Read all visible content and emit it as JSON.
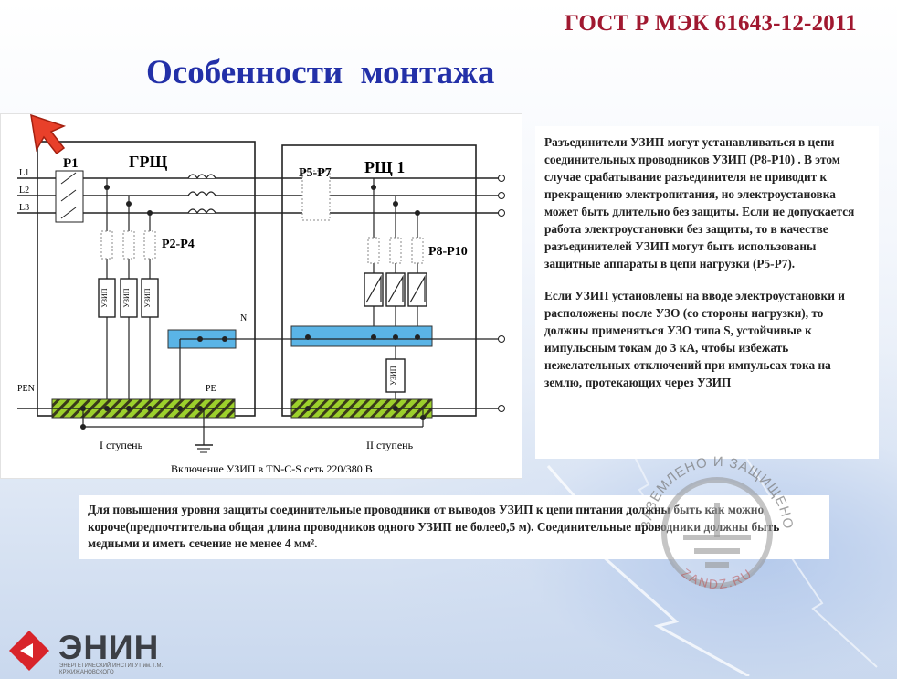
{
  "header": {
    "standard": "ГОСТ Р МЭК 61643-12-2011",
    "title": "Особенности монтажа"
  },
  "diagram": {
    "labels": {
      "p1": "P1",
      "grsh": "ГРЩ",
      "p5p7": "P5-P7",
      "rsh1": "РЩ 1",
      "l1": "L1",
      "l2": "L2",
      "l3": "L3",
      "p2p4": "P2-P4",
      "p8p10": "P8-P10",
      "n": "N",
      "pen": "PEN",
      "pe": "PE",
      "uzip": "УЗИП",
      "stage1": "I ступень",
      "stage2": "II ступень",
      "caption": "Включение УЗИП в TN-C-S сеть 220/380 В"
    }
  },
  "side_text": {
    "paragraph1": "Разъединители УЗИП могут устанавливаться в цепи соединительных проводников УЗИП (P8-P10) . В этом случае срабатывание разъединителя не приводит к прекращению электропитания, но электроустановка может быть длительно без защиты. Если не допускается работа электроустановки без защиты, то в качестве разъединителей УЗИП могут быть использованы защитные аппараты в цепи нагрузки (P5-P7).",
    "paragraph2": "Если УЗИП установлены на вводе электроустановки и расположены после УЗО (со стороны нагрузки), то должны применяться УЗО типа S, устойчивые к импульсным токам до 3 кА, чтобы избежать нежелательных отключений при импульсах тока на землю, протекающих через УЗИП"
  },
  "bottom_text": "Для повышения уровня защиты соединительные проводники от выводов УЗИП к цепи питания должны быть как можно короче(предпочтительна общая длина проводников одного УЗИП не более0,5 м). Соединительные проводники должны быть медными и иметь сечение не менее 4 мм².",
  "watermark": {
    "top_text": "ЗАЗЕМЛЕНО И ЗАЩИЩЕНО",
    "bottom_text": "ZANDZ.RU"
  },
  "logo": {
    "name": "ЭНИН",
    "subtitle": "ЭНЕРГЕТИЧЕСКИЙ ИНСТИТУТ им. Г.М. КРЖИЖАНОВСКОГО"
  },
  "colors": {
    "standard_text": "#a01830",
    "title_text": "#2330a8",
    "bus_blue": "#5ab4e6",
    "bus_green": "#9cd02c",
    "cursor_red": "#e8402a",
    "logo_red": "#d8242a"
  },
  "icons": {
    "cursor": "arrow-cursor-icon",
    "watermark": "ground-symbol-icon",
    "logo": "enin-logo-icon"
  }
}
